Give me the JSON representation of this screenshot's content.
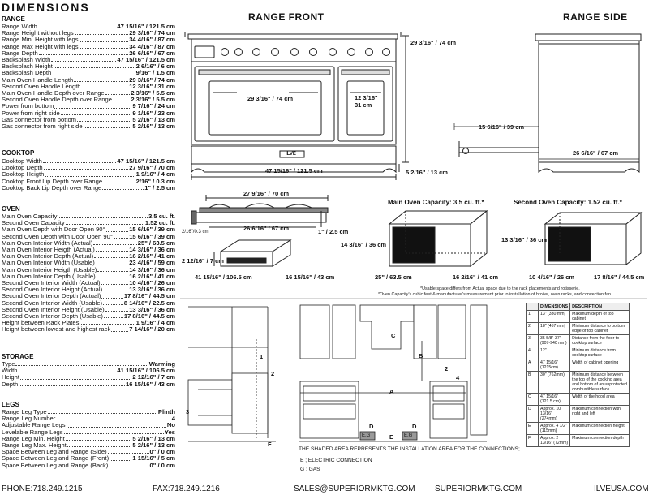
{
  "page_title": "DIMENSIONS",
  "sections": {
    "range": {
      "heading": "RANGE",
      "rows": [
        {
          "label": "Range Width",
          "value": "47 15/16\" / 121.5 cm"
        },
        {
          "label": "Range Height without legs",
          "value": "29 3/16\" / 74 cm"
        },
        {
          "label": "Range Min. Height with legs",
          "value": "34 4/16\" / 87 cm"
        },
        {
          "label": "Range Max Height with legs",
          "value": "34 4/16\" / 87 cm"
        },
        {
          "label": "Range Depth",
          "value": "26 6/16\" / 67 cm"
        },
        {
          "label": "Backsplash Width",
          "value": "47 15/16\" / 121.5 cm"
        },
        {
          "label": "Backsplash Height",
          "value": "2 6/16\" / 6 cm"
        },
        {
          "label": "Backsplash Depth",
          "value": "9/16\" / 1.5 cm"
        },
        {
          "label": "Main Oven Handle Length",
          "value": "29 3/16\" / 74 cm"
        },
        {
          "label": "Second Oven Handle Length",
          "value": "12 3/16\" / 31 cm"
        },
        {
          "label": "Main Oven Handle Depth over Range",
          "value": "2 3/16\" / 5.5 cm"
        },
        {
          "label": "Second Oven Handle Depth over Range",
          "value": "2 3/16\" / 5.5 cm"
        },
        {
          "label": "Power from bottom",
          "value": "9 7/16\" / 24 cm"
        },
        {
          "label": "Power from right side",
          "value": "9 1/16\" / 23 cm"
        },
        {
          "label": "Gas connector from bottom",
          "value": "5 2/16\" / 13 cm"
        },
        {
          "label": "Gas connector from right side",
          "value": "5 2/16\" / 13 cm"
        }
      ]
    },
    "cooktop": {
      "heading": "COOKTOP",
      "rows": [
        {
          "label": "Cooktop Width",
          "value": "47 15/16\" / 121.5 cm"
        },
        {
          "label": "Cooktop Depth",
          "value": "27 9/16\" / 70 cm"
        },
        {
          "label": "Cooktop Heigth",
          "value": "1 9/16\" / 4 cm"
        },
        {
          "label": "Cooktop Front Lip Depth over Range",
          "value": "2/16\" / 0.3 cm"
        },
        {
          "label": "Cooktop Back Lip Depth over Range",
          "value": "1\" / 2.5 cm"
        }
      ]
    },
    "oven": {
      "heading": "OVEN",
      "rows": [
        {
          "label": "Main Oven Capacity",
          "value": "3.5 cu. ft."
        },
        {
          "label": "Second Oven Capacity",
          "value": "1.52 cu. ft."
        },
        {
          "label": "Main Oven Depth with Door Open 90°",
          "value": "15 6/16\" / 39 cm"
        },
        {
          "label": "Second Oven Depth with Door Open 90°",
          "value": "15 6/16\" / 39 cm"
        },
        {
          "label": "Main Oven Interior Width (Actual)",
          "value": "25\" / 63.5 cm"
        },
        {
          "label": "Main Oven Interior Heigth (Actual)",
          "value": "14 3/16\" / 36 cm"
        },
        {
          "label": "Main Oven Interior Depth (Actual)",
          "value": "16 2/16\" / 41 cm"
        },
        {
          "label": "Main Oven Interior Width (Usable)",
          "value": "23 4/16\" / 59 cm"
        },
        {
          "label": "Main Oven Interior Heigth (Usable)",
          "value": "14 3/16\" / 36 cm"
        },
        {
          "label": "Main Oven Interior Depth (Usable)",
          "value": "16 2/16\" / 41 cm"
        },
        {
          "label": "Second Oven Interior Width (Actual)",
          "value": "10 4/16\" / 26 cm"
        },
        {
          "label": "Second Oven Interior Height (Actual)",
          "value": "13 3/16\" / 36 cm"
        },
        {
          "label": "Second Oven Interior Depth (Actual)",
          "value": "17 8/16\" / 44.5 cm"
        },
        {
          "label": "Second Oven Interior Width (Usable)",
          "value": "8 14/16\" / 22.5 cm"
        },
        {
          "label": "Second Oven Interior Height (Usable)",
          "value": "13 3/16\" / 36 cm"
        },
        {
          "label": "Second Oven Interior Depth (Usable)",
          "value": "17 8/16\" / 44.5 cm"
        },
        {
          "label": "Height between Rack Plates",
          "value": "1 9/16\" / 4 cm"
        },
        {
          "label": "Height between lowest and highest rack",
          "value": "7 14/16\" / 20 cm"
        }
      ]
    },
    "storage": {
      "heading": "STORAGE",
      "rows": [
        {
          "label": "Type",
          "value": "Warming"
        },
        {
          "label": "Width",
          "value": "41 15/16\" / 106.5 cm"
        },
        {
          "label": "Height",
          "value": "2 12/16\" / 7 cm"
        },
        {
          "label": "Depth",
          "value": "16 15/16\" / 43 cm"
        }
      ]
    },
    "legs": {
      "heading": "LEGS",
      "rows": [
        {
          "label": "Range Leg Type",
          "value": "Plinth"
        },
        {
          "label": "Range Leg Number",
          "value": "4"
        },
        {
          "label": "Adjustable Range Legs",
          "value": "No"
        },
        {
          "label": "Levelable Range Legs",
          "value": "Yes"
        },
        {
          "label": "Range Leg Min. Height",
          "value": "5 2/16\" / 13 cm"
        },
        {
          "label": "Range Leg Max. Height",
          "value": "5 2/16\" / 13 cm"
        },
        {
          "label": "Space Between Leg and Range (Side)",
          "value": "0\" / 0 cm"
        },
        {
          "label": "Space Between Leg and Range (Front)",
          "value": "1 15/16\" / 5 cm"
        },
        {
          "label": "Space Between Leg and Range (Back)",
          "value": "0\" / 0 cm"
        }
      ]
    }
  },
  "diagram": {
    "front_title": "RANGE FRONT",
    "side_title": "RANGE SIDE",
    "front_height": "29 3/16\" / 74 cm",
    "main_handle": "29 3/16\" / 74 cm",
    "second_handle_a": "12 3/16\"",
    "second_handle_b": "31 cm",
    "front_width": "47 15/16\" / 121.5 cm",
    "leg_height": "5 2/16\" / 13 cm",
    "door_open": "15 6/16\" / 39 cm",
    "side_depth": "26 6/16\" / 67 cm",
    "brand": "ILVE",
    "cooktop_depth": "27 9/16\" / 70 cm",
    "cooktop_front_lip": "2/16\"/0.3 cm",
    "cooktop_range_depth": "26 6/16\" / 67 cm",
    "cooktop_back_lip": "1\" / 2.5 cm",
    "drawer_height": "2 12/16\" / 7 cm",
    "drawer_width": "41 15/16\" / 106.5 cm",
    "drawer_depth": "16 15/16\" / 43 cm",
    "main_cap_title": "Main Oven Capacity: 3.5 cu. ft.*",
    "main_cap_height": "14 3/16\" / 36 cm",
    "main_cap_width": "25\" / 63.5 cm",
    "main_cap_depth": "16 2/16\" / 41 cm",
    "second_cap_title": "Second Oven Capacity: 1.52 cu. ft.*",
    "second_cap_height": "13 3/16\" / 36 cm",
    "second_cap_width": "10 4/16\" / 26 cm",
    "second_cap_depth": "17 8/16\" / 44.5 cm",
    "note_line1": "*Usable space differs from Actual space due to the rack placements and rotisserie.",
    "note_line2": "*Oven Capacity's cubic feet & manufacturer's measurement prior to installation of broiler, oven racks, and convection fan."
  },
  "installation": {
    "callouts": [
      "A",
      "B",
      "C",
      "D",
      "E",
      "F",
      "1",
      "2",
      "3",
      "4"
    ],
    "eg_label": "E.G",
    "shaded_note": "THE SHADED AREA REPRESENTS THE INSTALLATION AREA FOR THE CONNECTIONS;",
    "electric_note": "E ; ELECTRIC CONNECTION",
    "gas_note": "G ; GAS",
    "table_headers": [
      "DIMENSIONS",
      "DESCRIPTION"
    ],
    "table_rows": [
      {
        "id": "1",
        "dim": "13\" (330 mm)",
        "desc": "Maximum depth of top cabinet"
      },
      {
        "id": "2",
        "dim": "18\" (457 mm)",
        "desc": "Minimum distance to bottom edge of top cabinet"
      },
      {
        "id": "3",
        "dim": "35 5/8\"-37\" (907-940 mm)",
        "desc": "Distance from the floor to cooktop surface"
      },
      {
        "id": "4",
        "dim": "12\"",
        "desc": "Minimum distance from cooktop surface"
      },
      {
        "id": "A",
        "dim": "47 15/16\" (1215cm)",
        "desc": "Width of cabinet opening"
      },
      {
        "id": "B",
        "dim": "30\" (762mm)",
        "desc": "Minimum distance between the top of the cooking area and bottom of an unprotected combustible surface"
      },
      {
        "id": "C",
        "dim": "47 15/16\" (121.5 cm)",
        "desc": "Width of the hood area"
      },
      {
        "id": "D",
        "dim": "Approx. 10 13/16\" (274mm)",
        "desc": "Maximum connection with right and left"
      },
      {
        "id": "E",
        "dim": "Approx. 4 1/2\" (115mm)",
        "desc": "Maximum connection height"
      },
      {
        "id": "F",
        "dim": "Approx. 2 13/16\" (72mm)",
        "desc": "Maximum connection depth"
      }
    ]
  },
  "footer": {
    "phone": "PHONE:718.249.1215",
    "fax": "FAX:718.249.1216",
    "email": "SALES@SUPERIORMKTG.COM",
    "site1": "SUPERIORMKTG.COM",
    "site2": "ILVEUSA.COM"
  }
}
